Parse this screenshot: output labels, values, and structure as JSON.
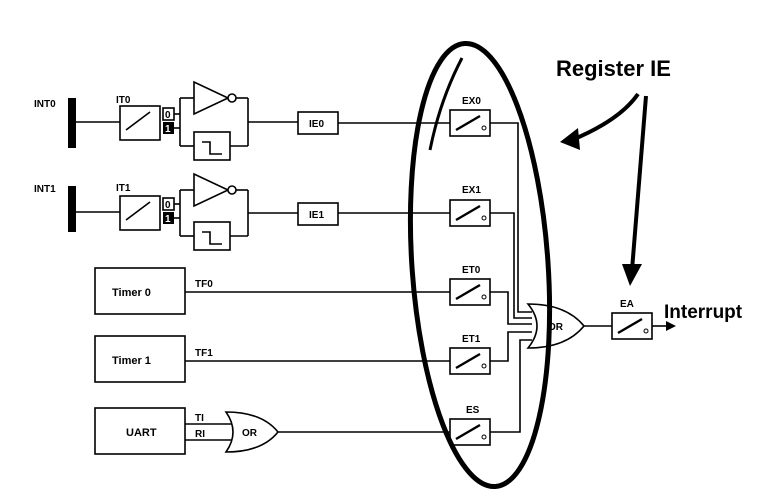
{
  "inputs": {
    "int0": "INT0",
    "int1": "INT1",
    "it0": "IT0",
    "it1": "IT1",
    "bit0": "0",
    "bit1": "1"
  },
  "flags": {
    "ie0": "IE0",
    "ie1": "IE1",
    "tf0": "TF0",
    "tf1": "TF1",
    "ti": "TI",
    "ri": "RI"
  },
  "blocks": {
    "timer0": "Timer 0",
    "timer1": "Timer 1",
    "uart": "UART",
    "or_uart": "OR",
    "or_main": "OR"
  },
  "enables": {
    "ex0": "EX0",
    "ex1": "EX1",
    "et0": "ET0",
    "et1": "ET1",
    "es": "ES",
    "ea": "EA"
  },
  "annotations": {
    "register": "Register IE",
    "output": "Interrupt"
  }
}
